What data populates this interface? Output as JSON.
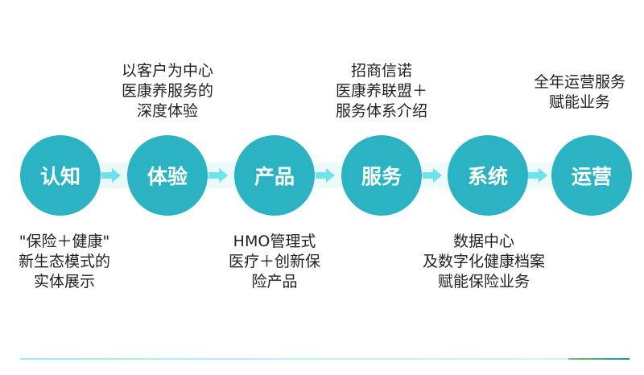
{
  "stages": [
    {
      "name": "认知",
      "label": [
        "\"保险＋健康\"",
        "新生态模式的",
        "实体展示"
      ]
    },
    {
      "name": "体验",
      "label": [
        "以客户为中心",
        "医康养服务的",
        "深度体验"
      ]
    },
    {
      "name": "产品",
      "label": [
        "HMO管理式",
        "医疗＋创新保",
        "险产品"
      ]
    },
    {
      "name": "服务",
      "label": [
        "招商信诺",
        "医康养联盟＋",
        "服务体系介绍"
      ]
    },
    {
      "name": "系统",
      "label": [
        "数据中心",
        "及数字化健康档案",
        "赋能保险业务"
      ]
    },
    {
      "name": "运营",
      "label": [
        "全年运营服务",
        "赋能业务"
      ]
    }
  ],
  "colors": {
    "circle": "#2bb3c3",
    "arrow": "#6fe3ec"
  }
}
